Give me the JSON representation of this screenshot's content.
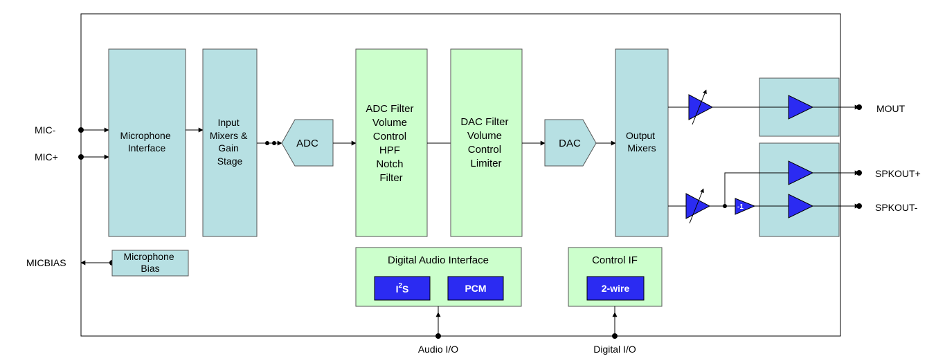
{
  "pins": {
    "mic_minus": "MIC-",
    "mic_plus": "MIC+",
    "micbias": "MICBIAS",
    "mout": "MOUT",
    "spkout_plus": "SPKOUT+",
    "spkout_minus": "SPKOUT-",
    "audio_io": "Audio I/O",
    "digital_io": "Digital I/O"
  },
  "blocks": {
    "microphone_interface": [
      "Microphone",
      "Interface"
    ],
    "input_mixers": [
      "Input",
      "Mixers &",
      "Gain",
      "Stage"
    ],
    "adc": "ADC",
    "adc_filter": [
      "ADC Filter",
      "Volume",
      "Control",
      "HPF",
      "Notch",
      "Filter"
    ],
    "dac_filter": [
      "DAC Filter",
      "Volume",
      "Control",
      "Limiter"
    ],
    "dac": "DAC",
    "output_mixers": [
      "Output",
      "Mixers"
    ],
    "microphone_bias": [
      "Microphone",
      "Bias"
    ],
    "digital_audio_interface": "Digital Audio Interface",
    "i2s": "I",
    "i2s_superscript": "2",
    "i2s_suffix": "S",
    "pcm": "PCM",
    "control_if": "Control IF",
    "two_wire": "2-wire",
    "inverter": "-1"
  },
  "colors": {
    "analog_block": "#b7e0e3",
    "digital_block": "#ccffcc",
    "interface_block": "#2b2bf2"
  }
}
